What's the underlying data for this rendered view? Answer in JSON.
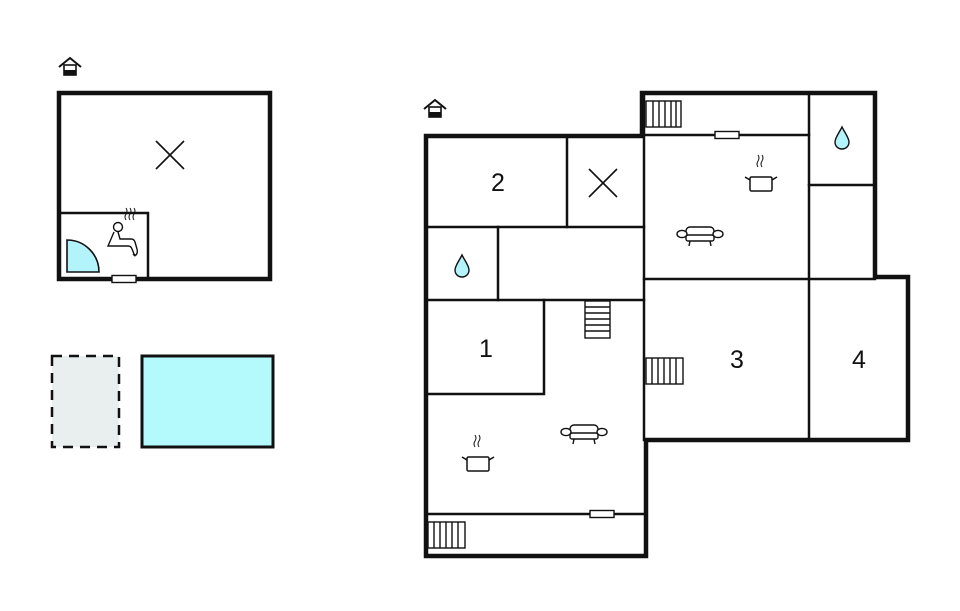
{
  "colors": {
    "wall": "#111111",
    "water": "#b3f3fa",
    "pool": "#b4f9fb",
    "terrace": "#e9eeee",
    "background": "#ffffff"
  },
  "legend_icons": {
    "entrance": "entrance-house-icon",
    "water": "water-drop-icon",
    "kitchen": "cooking-pot-icon",
    "living": "sofa-icon",
    "sauna": "sauna-icon",
    "storage": "cross-mark-icon",
    "stairs": "stairs-icon",
    "window": "window-icon"
  },
  "outbuilding": {
    "entrance_icon": "entrance-house-icon",
    "main_room": {
      "icon": "cross-mark-icon"
    },
    "sauna_room": {
      "icons": [
        "sauna-icon",
        "shower-quarter-circle-icon"
      ],
      "window": "window-icon"
    }
  },
  "outdoor": {
    "terrace": {
      "style": "dashed",
      "fill": "#e9eeee"
    },
    "pool": {
      "fill": "#b4f9fb"
    }
  },
  "main_house": {
    "entrance_icon": "entrance-house-icon",
    "rooms": [
      {
        "id": "bedroom-2",
        "label": "2"
      },
      {
        "id": "storage",
        "icon": "cross-mark-icon"
      },
      {
        "id": "bathroom-west",
        "icon": "water-drop-icon"
      },
      {
        "id": "hallway"
      },
      {
        "id": "bedroom-1",
        "label": "1"
      },
      {
        "id": "living-kitchen-south",
        "icons": [
          "sofa-icon",
          "cooking-pot-icon",
          "stairs-icon"
        ]
      },
      {
        "id": "corridor-south",
        "icons": [
          "stairs-icon",
          "window-icon"
        ]
      },
      {
        "id": "corridor-north",
        "icons": [
          "stairs-icon",
          "window-icon"
        ]
      },
      {
        "id": "living-kitchen-north",
        "icons": [
          "cooking-pot-icon",
          "sofa-icon"
        ]
      },
      {
        "id": "bathroom-east",
        "icon": "water-drop-icon"
      },
      {
        "id": "utility"
      },
      {
        "id": "bedroom-3",
        "label": "3",
        "icon": "stairs-icon"
      },
      {
        "id": "bedroom-4",
        "label": "4"
      }
    ],
    "labels": {
      "room1": "1",
      "room2": "2",
      "room3": "3",
      "room4": "4"
    }
  }
}
